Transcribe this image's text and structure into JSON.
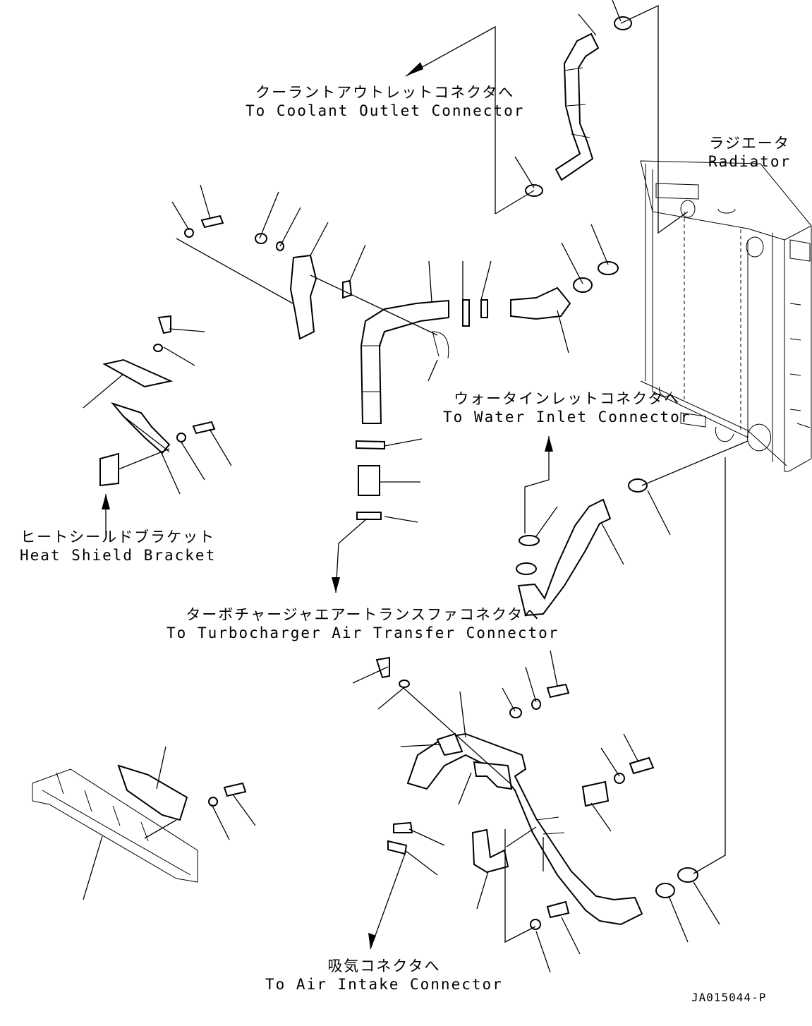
{
  "labels": {
    "coolant_outlet": {
      "jp": "クーラントアウトレットコネクタへ",
      "en": "To Coolant Outlet Connector"
    },
    "radiator": {
      "jp": "ラジエータ",
      "en": "Radiator"
    },
    "water_inlet": {
      "jp": "ウォータインレットコネクタへ",
      "en": "To Water Inlet Connector"
    },
    "heat_shield": {
      "jp": "ヒートシールドブラケット",
      "en": "Heat Shield Bracket"
    },
    "turbo": {
      "jp": "ターボチャージャエアートランスファコネクタへ",
      "en": "To Turbocharger Air Transfer Connector"
    },
    "air_intake": {
      "jp": "吸気コネクタへ",
      "en": "To Air Intake Connector"
    }
  },
  "drawing_code": "JA015044-P"
}
